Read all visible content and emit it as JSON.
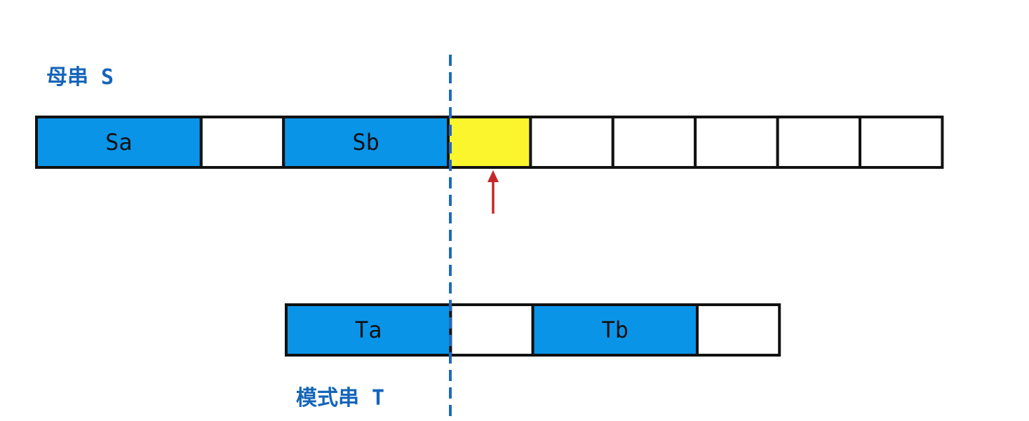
{
  "colors": {
    "accent_blue": "#0a94e8",
    "highlight_yellow": "#fbf52d",
    "label_blue": "#1565b8",
    "divider_blue": "#1e6bbd",
    "pointer_red": "#c62828",
    "cell_border": "#111111",
    "empty_cell": "#ffffff"
  },
  "main_string": {
    "label": "母串 S",
    "cells": [
      {
        "text": "Sa",
        "state": "blue"
      },
      {
        "text": "",
        "state": "empty"
      },
      {
        "text": "Sb",
        "state": "blue"
      },
      {
        "text": "",
        "state": "yellow"
      },
      {
        "text": "",
        "state": "empty"
      },
      {
        "text": "",
        "state": "empty"
      },
      {
        "text": "",
        "state": "empty"
      },
      {
        "text": "",
        "state": "empty"
      },
      {
        "text": "",
        "state": "empty"
      }
    ]
  },
  "pattern_string": {
    "label": "模式串 T",
    "cells": [
      {
        "text": "Ta",
        "state": "blue"
      },
      {
        "text": "",
        "state": "empty"
      },
      {
        "text": "Tb",
        "state": "blue"
      },
      {
        "text": "",
        "state": "empty"
      }
    ]
  },
  "pointer": {
    "icon": "up-arrow-icon"
  }
}
